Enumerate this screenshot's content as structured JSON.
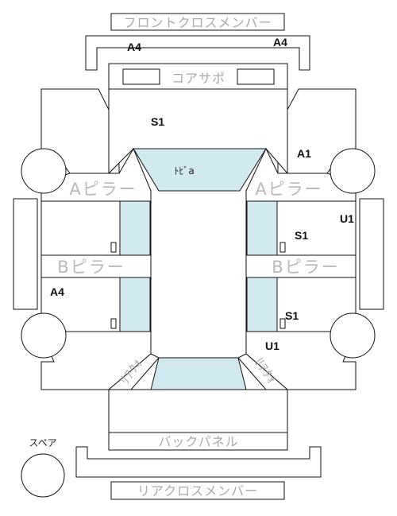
{
  "parts": {
    "front_cross_member": "フロントクロスメンバー",
    "core_support": "コアサポ",
    "a_pillar_left": "Aピラー",
    "a_pillar_right": "Aピラー",
    "b_pillar_left": "Bピラー",
    "b_pillar_right": "Bピラー",
    "back_panel": "バックパネル",
    "rear_cross_member": "リアクロスメンバー",
    "spare": "スペア",
    "door": "ﾄﾋﾞa",
    "rear_quarter_left": "ﾘｱｸｫ",
    "rear_quarter_right": "ﾘｱｸｫ"
  },
  "damage_codes": {
    "front_member_left": "A4",
    "front_member_right": "A4",
    "bonnet": "S1",
    "right_fender": "A1",
    "right_rocker": "U1",
    "right_front_door": "S1",
    "left_rear_door": "A4",
    "right_rear_door": "S1",
    "right_rear": "U1"
  },
  "legend_colors": {
    "glass": "#d3e9f0",
    "label_gray": "#aaaaaa"
  }
}
